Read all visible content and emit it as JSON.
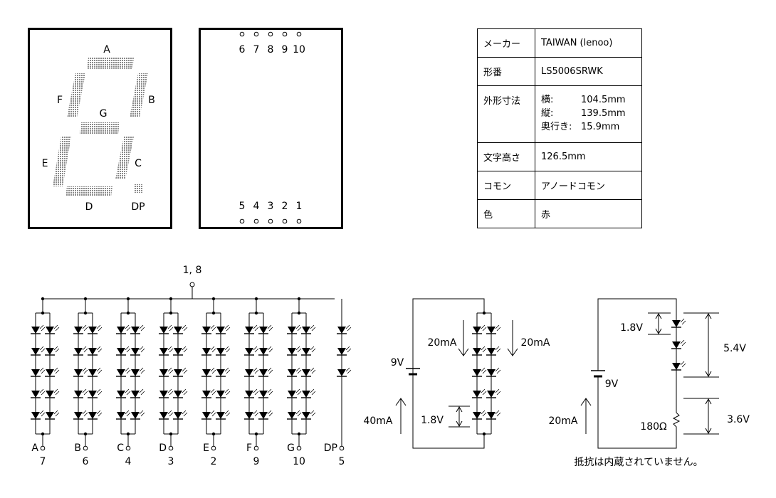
{
  "segments": {
    "A": "A",
    "B": "B",
    "C": "C",
    "D": "D",
    "E": "E",
    "F": "F",
    "G": "G",
    "DP": "DP"
  },
  "back_pins": {
    "top": [
      "6",
      "7",
      "8",
      "9",
      "10"
    ],
    "bottom": [
      "5",
      "4",
      "3",
      "2",
      "1"
    ]
  },
  "spec_table": {
    "maker_label": "メーカー",
    "maker_value": "TAIWAN (lenoo)",
    "model_label": "形番",
    "model_value": "LS5006SRWK",
    "dims_label": "外形寸法",
    "dims": [
      {
        "k": "横:",
        "v": "104.5mm"
      },
      {
        "k": "縦:",
        "v": "139.5mm"
      },
      {
        "k": "奥行き:",
        "v": "15.9mm"
      }
    ],
    "char_height_label": "文字高さ",
    "char_height_value": "126.5mm",
    "common_label": "コモン",
    "common_value": "アノードコモン",
    "color_label": "色",
    "color_value": "赤"
  },
  "schematic": {
    "common_pin": "1, 8",
    "columns": [
      {
        "seg": "A",
        "pin": "7"
      },
      {
        "seg": "B",
        "pin": "6"
      },
      {
        "seg": "C",
        "pin": "4"
      },
      {
        "seg": "D",
        "pin": "3"
      },
      {
        "seg": "E",
        "pin": "2"
      },
      {
        "seg": "F",
        "pin": "9"
      },
      {
        "seg": "G",
        "pin": "10"
      },
      {
        "seg": "DP",
        "pin": "5"
      }
    ]
  },
  "circuit1": {
    "voltage": "9V",
    "current_total": "40mA",
    "current_left": "20mA",
    "current_right": "20mA",
    "vf": "1.8V"
  },
  "circuit2": {
    "voltage": "9V",
    "current": "20mA",
    "vf": "1.8V",
    "vtotal": "5.4V",
    "resistor": "180Ω",
    "vres": "3.6V",
    "note": "抵抗は内蔵されていません。"
  }
}
